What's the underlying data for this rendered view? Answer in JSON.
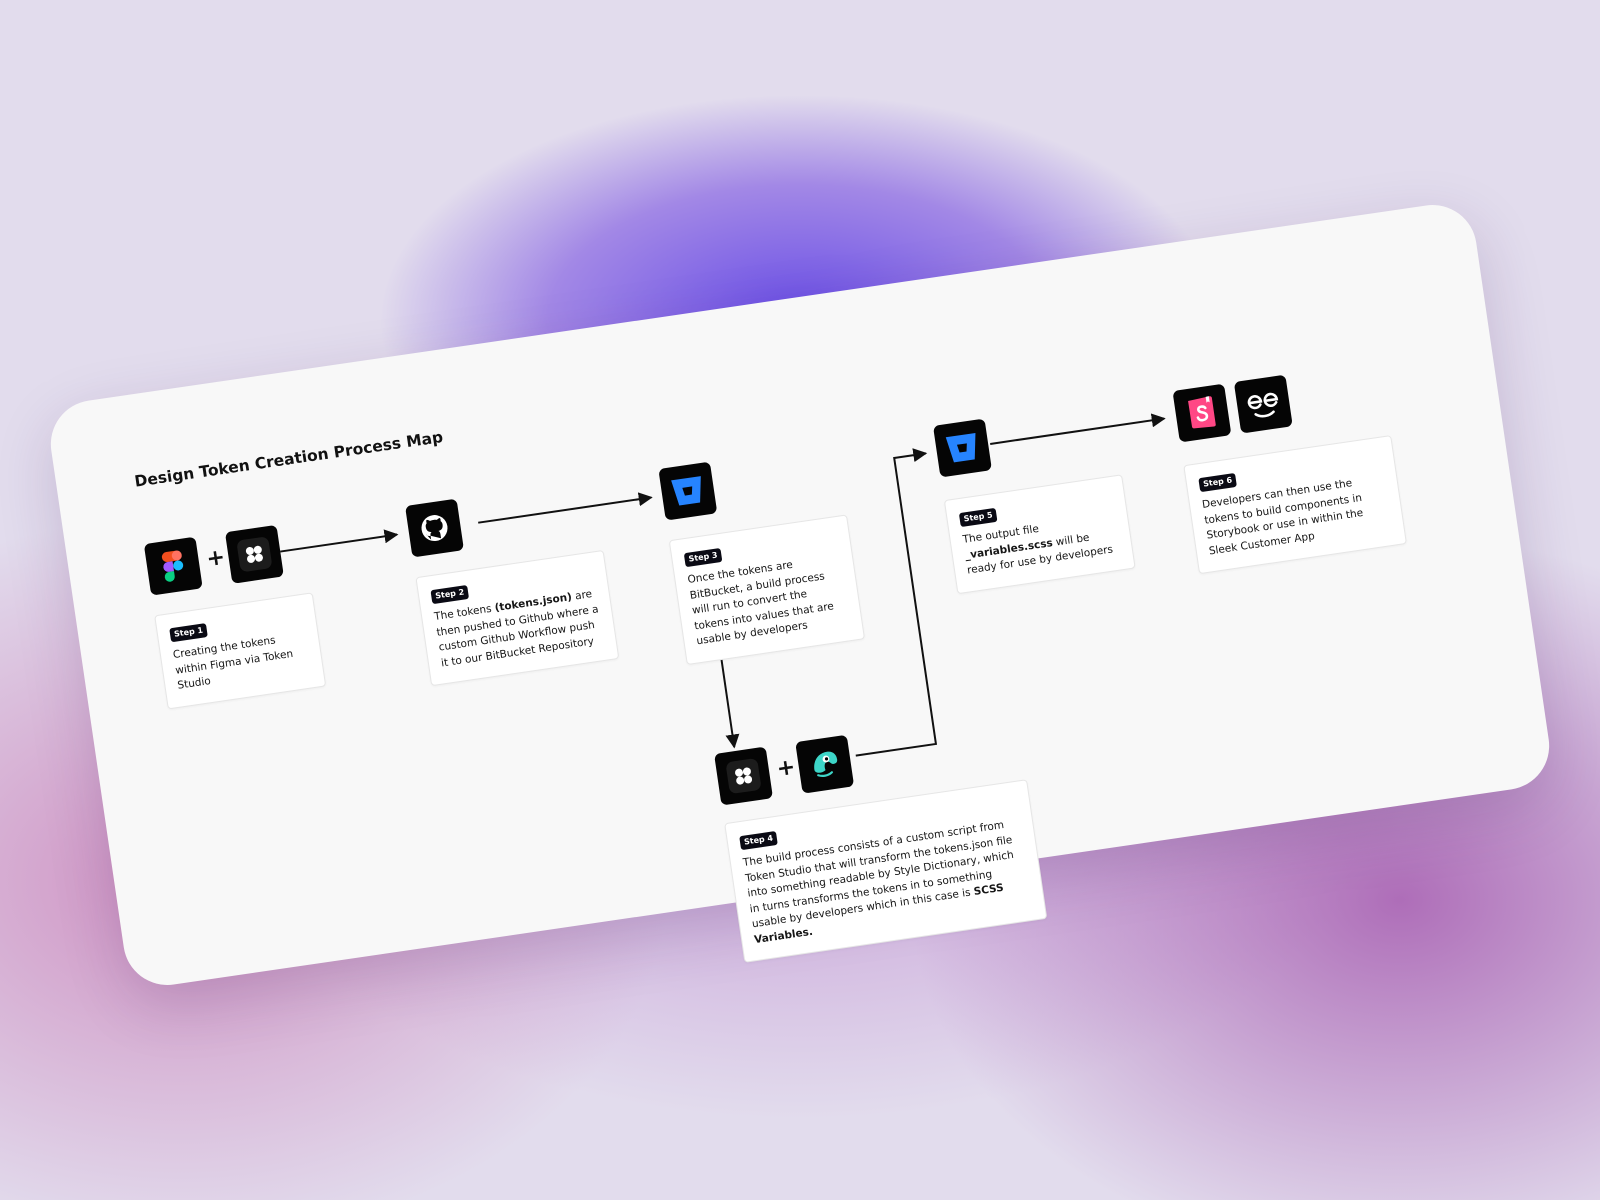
{
  "title": "Design Token Creation Process Map",
  "plus_symbol": "+",
  "steps": [
    {
      "badge": "Step 1",
      "text": "Creating the tokens within Figma via Token Studio"
    },
    {
      "badge": "Step 2",
      "text_before": "The tokens ",
      "text_bold": "(tokens.json)",
      "text_after": " are then pushed to Github where a custom Github Workflow push it to our BitBucket Repository"
    },
    {
      "badge": "Step 3",
      "text": "Once the tokens are BitBucket, a build process will run to convert the tokens into values that are usable by developers"
    },
    {
      "badge": "Step 4",
      "text_before": "The build process consists of a custom script from Token Studio that will transform the tokens.json file into something readable by Style Dictionary, which in turns transforms the tokens in to something usable by developers which in this case is ",
      "text_bold": "SCSS Variables.",
      "text_after": ""
    },
    {
      "badge": "Step 5",
      "text_before": "The output file ",
      "text_bold": "_variables.scss",
      "text_after": " will be ready for use by developers"
    },
    {
      "badge": "Step 6",
      "text": "Developers can then use the tokens to build components in Storybook or use in within the Sleek Customer App"
    }
  ],
  "icons": {
    "step1": [
      "figma-icon",
      "token-studio-icon"
    ],
    "step2": [
      "github-icon"
    ],
    "step3": [
      "bitbucket-icon"
    ],
    "step4": [
      "token-studio-icon",
      "style-dictionary-icon"
    ],
    "step5": [
      "bitbucket-icon"
    ],
    "step6": [
      "storybook-icon",
      "sleek-app-icon"
    ]
  },
  "colors": {
    "bitbucket": "#2684FF",
    "storybook": "#FF4785",
    "style_dictionary": "#3DD6C8",
    "figma_red": "#F24E1E",
    "figma_orange": "#FF7262",
    "figma_purple": "#A259FF",
    "figma_blue": "#1ABCFE",
    "figma_green": "#0ACF83"
  }
}
